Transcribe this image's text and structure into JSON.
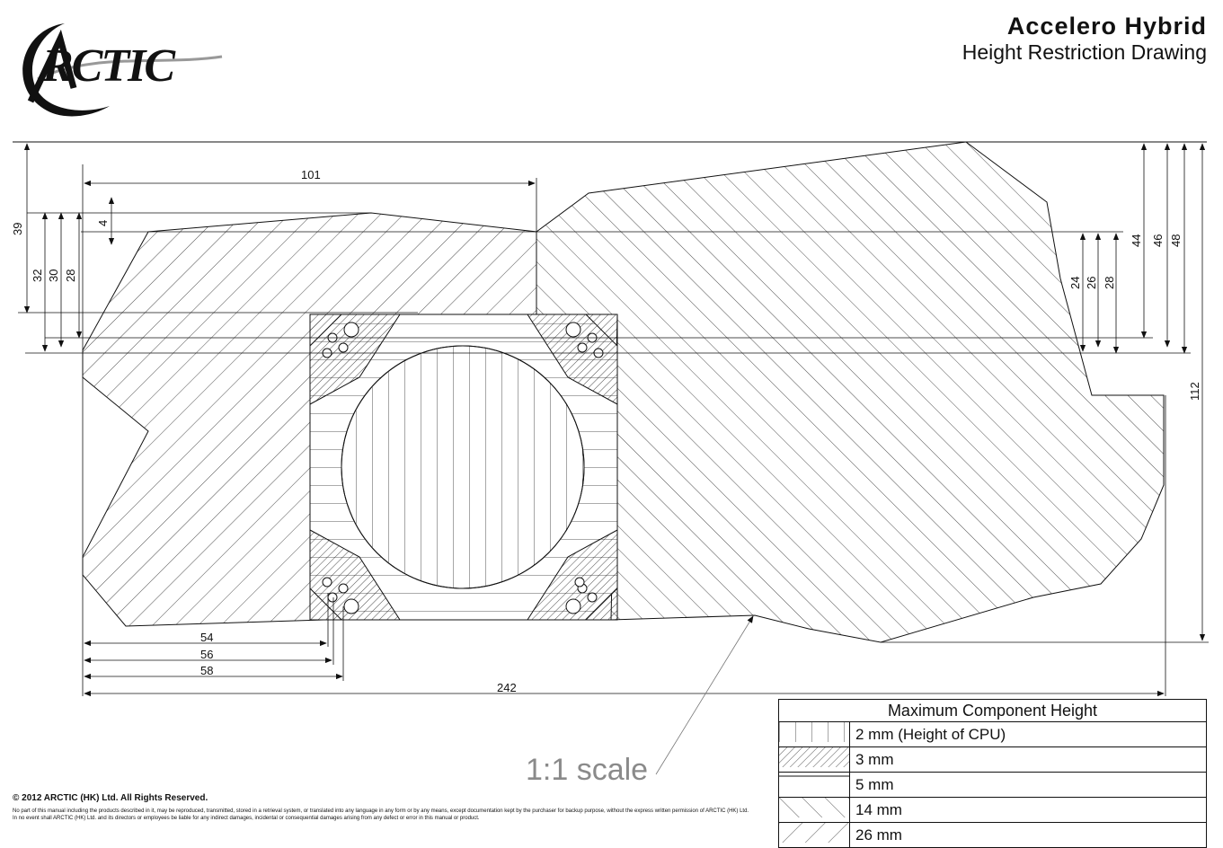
{
  "header": {
    "title": "Accelero Hybrid",
    "subtitle": "Height Restriction Drawing"
  },
  "logo": {
    "text": "ARCTIC"
  },
  "dimensions": {
    "top_width": "101",
    "top_offset": "4",
    "left": [
      "39",
      "32",
      "30",
      "28"
    ],
    "right_inner": [
      "24",
      "26",
      "28"
    ],
    "right_outer": [
      "44",
      "46",
      "48"
    ],
    "total_height": "112",
    "bottom": [
      "54",
      "56",
      "58"
    ],
    "total_width": "242"
  },
  "scale_label": "1:1 scale",
  "legend": {
    "title": "Maximum Component Height",
    "rows": [
      {
        "label": "2 mm (Height of CPU)",
        "pattern": "vertical"
      },
      {
        "label": "3 mm",
        "pattern": "dense-diagonal"
      },
      {
        "label": "5 mm",
        "pattern": "horizontal"
      },
      {
        "label": "14 mm",
        "pattern": "backslash"
      },
      {
        "label": "26 mm",
        "pattern": "slash"
      }
    ]
  },
  "footer": {
    "copyright": "© 2012 ARCTIC (HK) Ltd. All Rights Reserved.",
    "legal": "No part of this manual including the products described in it, may be reproduced, transmitted, stored in a retrieval system, or translated into any language in any form or by any means, except documentation kept by the purchaser for backup purpose, without the express written permission of ARCTIC (HK) Ltd. In no event shall ARCTIC (HK) Ltd. and its directors or employees be liable for any indirect damages, incidental or consequential damages arising from any defect or error in this manual or product."
  }
}
